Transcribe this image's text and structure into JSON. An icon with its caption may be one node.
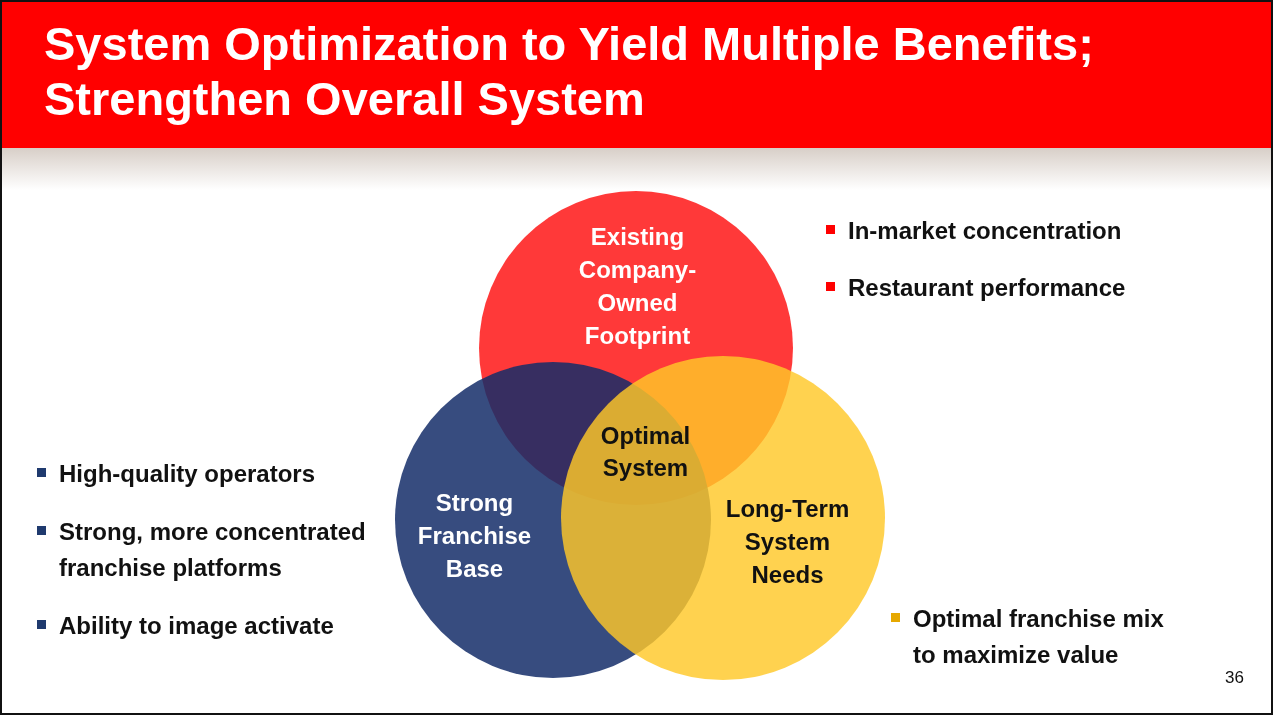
{
  "diagram": {
    "title": "System Optimization to Yield Multiple Benefits; Strengthen Overall System",
    "nodes": [
      {
        "text": [
          "Existing Company-Owned Footprint"
        ]
      },
      {
        "text": [
          "Strong Franchise Base"
        ]
      },
      {
        "text": [
          "Long-Term System Needs"
        ]
      }
    ],
    "labels": [
      "Optimal System",
      "In-market concentration",
      "Restaurant performance",
      "High-quality operators",
      "Strong, more concentrated franchise platforms",
      "Ability to image activate",
      "Optimal franchise mix to maximize value",
      "36"
    ]
  }
}
